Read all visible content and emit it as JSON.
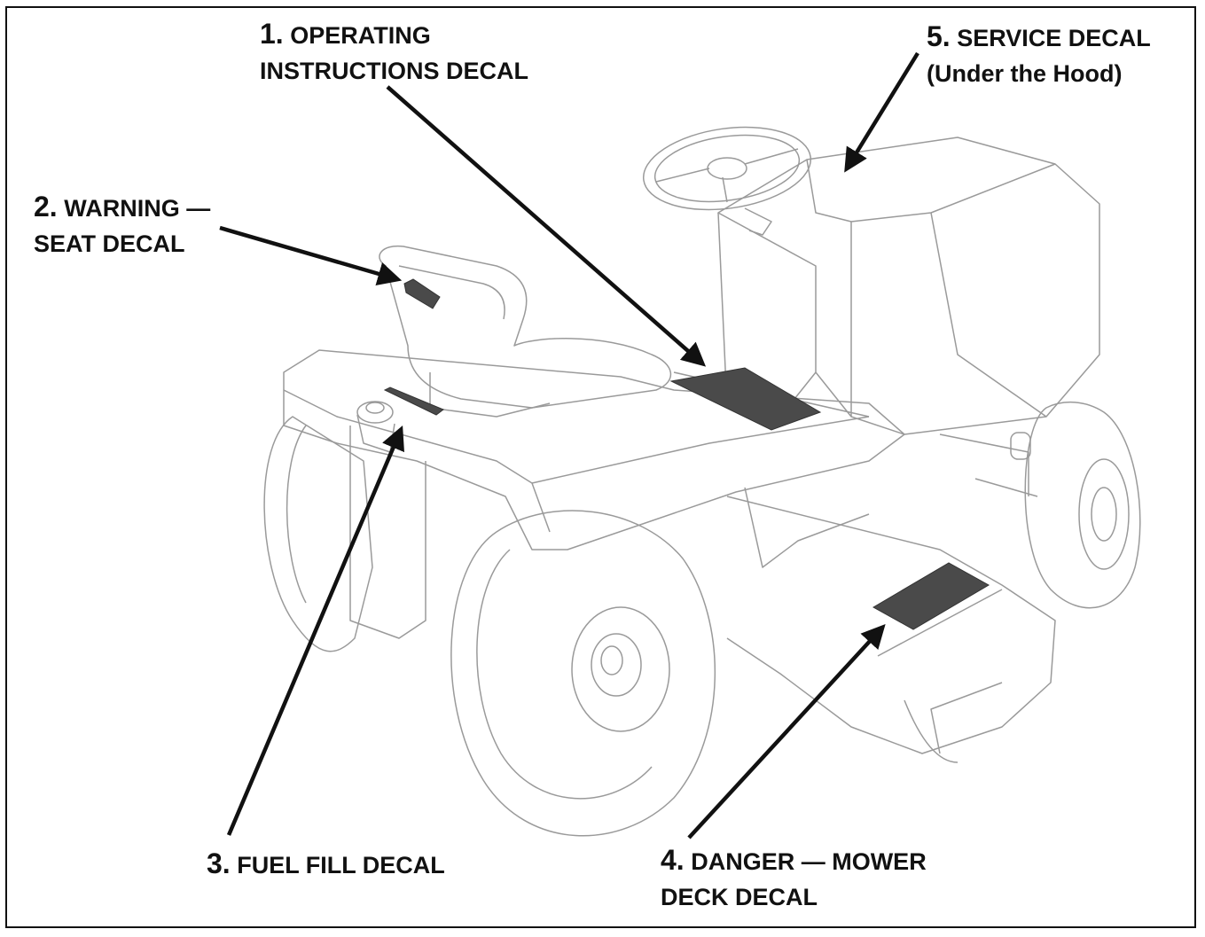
{
  "callouts": [
    {
      "number": "1.",
      "line1": "OPERATING",
      "line2": "INSTRUCTIONS DECAL"
    },
    {
      "number": "2.",
      "line1": "WARNING —",
      "line2": "SEAT DECAL"
    },
    {
      "number": "3.",
      "line1": "FUEL FILL DECAL",
      "line2": ""
    },
    {
      "number": "4.",
      "line1": "DANGER — MOWER",
      "line2": "DECK DECAL"
    },
    {
      "number": "5.",
      "line1": "SERVICE DECAL",
      "line2": "(Under the Hood)"
    }
  ],
  "colors": {
    "ink": "#111111",
    "outline": "#9a9a9a",
    "decal": "#4a4a4a"
  }
}
